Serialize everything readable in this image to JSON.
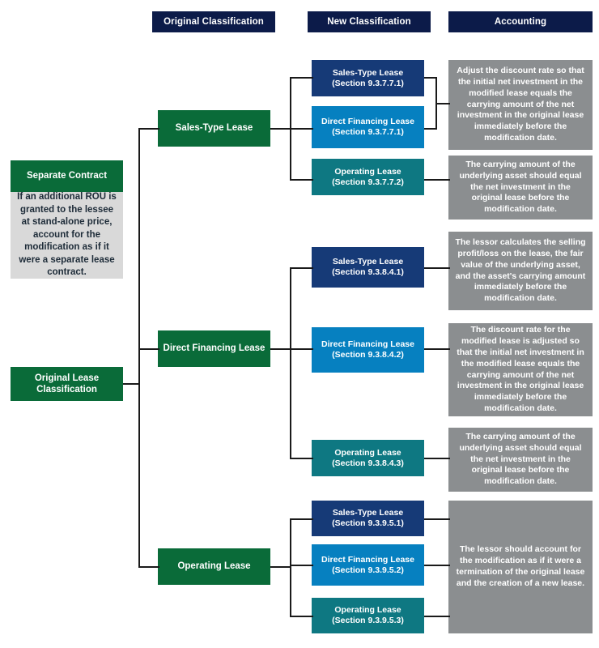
{
  "diagram": {
    "title": "Lessor Lease Modification Classification Flowchart",
    "colors": {
      "header_navy": "#0c1b49",
      "green": "#0a6b39",
      "light_gray": "#d9d9d9",
      "navy": "#163a77",
      "blue": "#0680c0",
      "teal": "#0e7882",
      "gray": "#8b8e90",
      "connector": "#1a1a1a"
    }
  },
  "headers": [
    {
      "label": "Original Classification"
    },
    {
      "label": "New Classification"
    },
    {
      "label": "Accounting"
    }
  ],
  "separate_contract": {
    "heading": "Separate Contract",
    "body": "If an additional ROU is granted to the lessee at stand-alone price, account for the modification as if it were a separate lease contract."
  },
  "root": {
    "label": "Original Lease Classification"
  },
  "original_classification": [
    {
      "label": "Sales-Type Lease"
    },
    {
      "label": "Direct Financing Lease"
    },
    {
      "label": "Operating Lease"
    }
  ],
  "new_classification": {
    "group1": [
      {
        "label": "Sales-Type Lease",
        "section": "(Section 9.3.7.7.1)"
      },
      {
        "label": "Direct Financing Lease",
        "section": "(Section 9.3.7.7.1)"
      },
      {
        "label": "Operating Lease",
        "section": "(Section 9.3.7.7.2)"
      }
    ],
    "group2": [
      {
        "label": "Sales-Type Lease",
        "section": "(Section 9.3.8.4.1)"
      },
      {
        "label": "Direct Financing Lease",
        "section": "(Section 9.3.8.4.2)"
      },
      {
        "label": "Operating Lease",
        "section": "(Section 9.3.8.4.3)"
      }
    ],
    "group3": [
      {
        "label": "Sales-Type Lease",
        "section": "(Section 9.3.9.5.1)"
      },
      {
        "label": "Direct Financing Lease",
        "section": "(Section 9.3.9.5.2)"
      },
      {
        "label": "Operating Lease",
        "section": "(Section 9.3.9.5.3)"
      }
    ]
  },
  "accounting": [
    {
      "text": "Adjust the discount rate so that the initial net investment in the modified lease equals the carrying amount of the net investment in the original lease immediately before the modification date."
    },
    {
      "text": "The carrying amount of the underlying asset should equal the net investment in the original lease before the modification date."
    },
    {
      "text": "The lessor calculates the selling profit/loss on the lease, the fair value of the underlying asset, and the asset's carrying amount immediately before the modification date."
    },
    {
      "text": "The discount rate for the modified lease is adjusted so that the initial net investment in the modified lease equals the carrying amount of the net investment in the original lease immediately before the modification date."
    },
    {
      "text": "The carrying amount of the underlying asset should equal the net investment in the original lease before the modification date."
    },
    {
      "text": "The lessor should account for the modification as if it were a termination of the original lease and the creation of a new lease."
    }
  ]
}
